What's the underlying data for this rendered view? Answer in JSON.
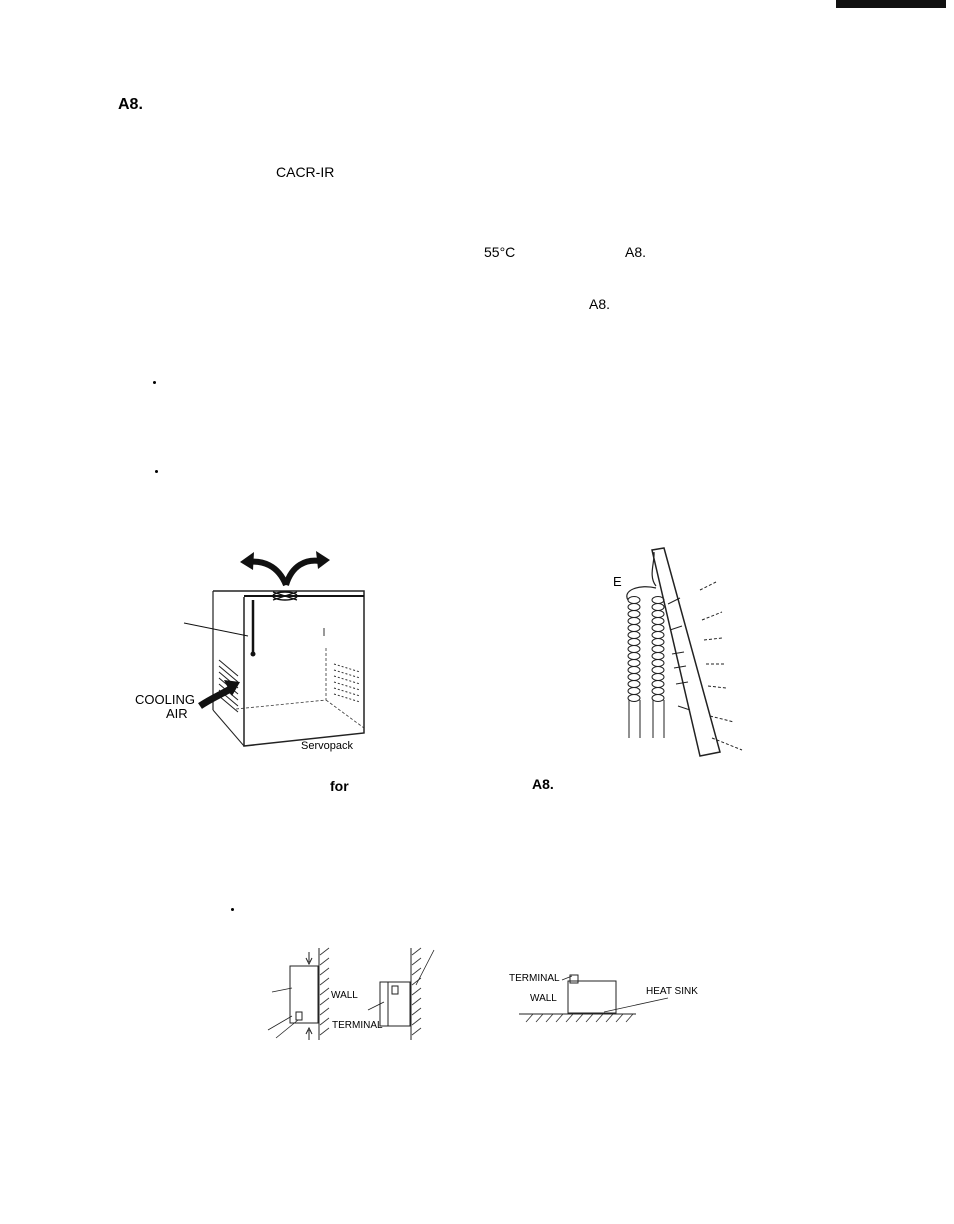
{
  "section": {
    "heading": "A8.",
    "model": "CACR-IR",
    "temperature": "55°C",
    "ref_a": "A8.",
    "ref_b": "A8."
  },
  "figure_left": {
    "cooling_label": "COOLING",
    "air_label": "AIR",
    "servopack_label": "Servopack",
    "partial_label": "E"
  },
  "captions": {
    "for_word": "for",
    "fig_ref": "A8."
  },
  "figure_bottom": {
    "wall_left": "WALL",
    "terminal_left": "TERMINAL",
    "terminal_right": "TERMINAL",
    "wall_right": "WALL",
    "heat_sink": "HEAT SINK"
  }
}
